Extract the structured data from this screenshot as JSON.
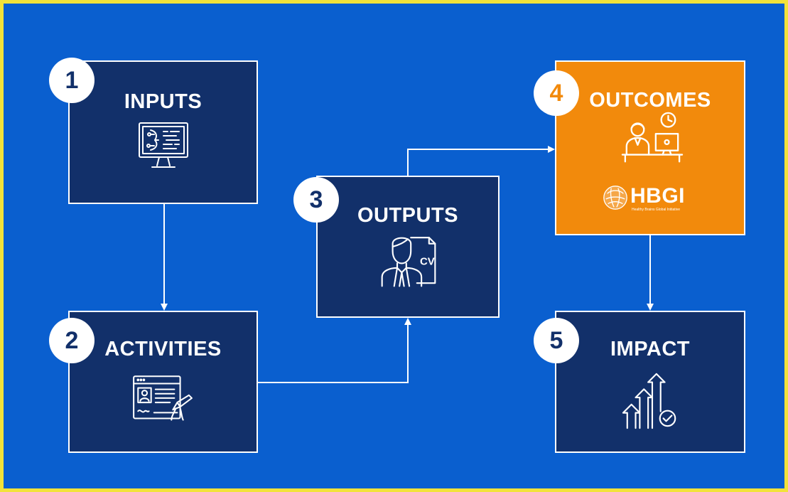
{
  "colors": {
    "background": "#0a5fcf",
    "frame_border": "#f2e23a",
    "box": "#12306a",
    "highlight": "#f28a0c",
    "text": "#ffffff"
  },
  "steps": [
    {
      "number": "1",
      "label": "INPUTS",
      "icon": "computer-screen-icon"
    },
    {
      "number": "2",
      "label": "ACTIVITIES",
      "icon": "profile-signing-icon"
    },
    {
      "number": "3",
      "label": "OUTPUTS",
      "icon": "cv-person-icon"
    },
    {
      "number": "4",
      "label": "OUTCOMES",
      "icon": "employee-desk-clock-icon",
      "highlighted": true,
      "logo": {
        "name": "HBGI",
        "tagline": "Healthy Brains Global Initiative"
      }
    },
    {
      "number": "5",
      "label": "IMPACT",
      "icon": "growth-arrows-check-icon"
    }
  ],
  "connections": [
    {
      "from": "1",
      "to": "2"
    },
    {
      "from": "2",
      "to": "3"
    },
    {
      "from": "3",
      "to": "4"
    },
    {
      "from": "4",
      "to": "5"
    }
  ]
}
